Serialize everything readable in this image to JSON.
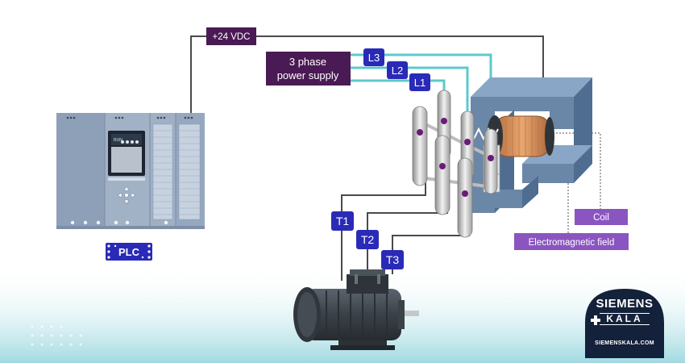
{
  "labels": {
    "vdc": "+24 VDC",
    "supply_line1": "3 phase",
    "supply_line2": "power supply",
    "l1": "L1",
    "l2": "L2",
    "l3": "L3",
    "t1": "T1",
    "t2": "T2",
    "t3": "T3",
    "coil": "Coil",
    "field": "Electromagnetic field",
    "plc": "PLC",
    "plc_screen": "RUN"
  },
  "brand": {
    "name_top": "SIEMENS",
    "name_bottom": "KALA",
    "url": "SIEMENSKALA.COM"
  },
  "colors": {
    "label_dark": "#4a1a55",
    "label_blue": "#2a2ab8",
    "label_purple": "#8a55c0",
    "wire_teal": "#5cc9cc",
    "wire_dark": "#4a4a4a",
    "plc_body": "#8e9fb8",
    "contactor_body": "#6b87a8",
    "coil_copper": "#d08a55",
    "motor_dark": "#3d444b",
    "brand_bg": "#14213a"
  }
}
